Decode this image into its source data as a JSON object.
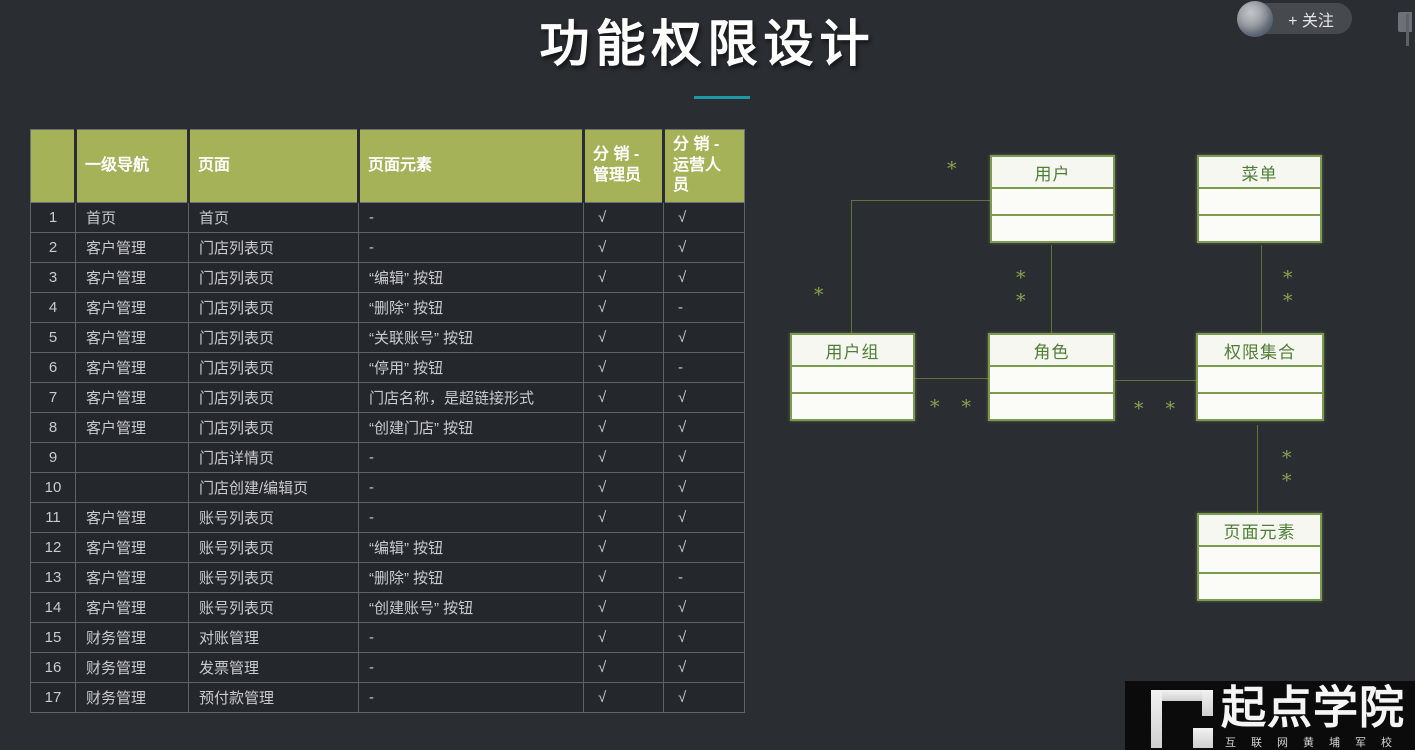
{
  "page": {
    "title": "功能权限设计"
  },
  "topbar": {
    "follow_label": "+ 关注"
  },
  "table": {
    "headers": [
      "",
      "一级导航",
      "页面",
      "页面元素",
      "分 销 -\n管理员",
      "分 销 -\n运营人\n员"
    ],
    "rows": [
      {
        "num": "1",
        "nav": "首页",
        "page": "首页",
        "element": "-",
        "admin": "√",
        "ops": "√"
      },
      {
        "num": "2",
        "nav": "客户管理",
        "page": "门店列表页",
        "element": "-",
        "admin": "√",
        "ops": "√"
      },
      {
        "num": "3",
        "nav": "客户管理",
        "page": "门店列表页",
        "element": "“编辑” 按钮",
        "admin": "√",
        "ops": "√"
      },
      {
        "num": "4",
        "nav": "客户管理",
        "page": "门店列表页",
        "element": "“删除” 按钮",
        "admin": "√",
        "ops": "-"
      },
      {
        "num": "5",
        "nav": "客户管理",
        "page": "门店列表页",
        "element": "“关联账号” 按钮",
        "admin": "√",
        "ops": "√"
      },
      {
        "num": "6",
        "nav": "客户管理",
        "page": "门店列表页",
        "element": "“停用” 按钮",
        "admin": "√",
        "ops": "-"
      },
      {
        "num": "7",
        "nav": "客户管理",
        "page": "门店列表页",
        "element": "门店名称，是超链接形式",
        "admin": "√",
        "ops": "√"
      },
      {
        "num": "8",
        "nav": "客户管理",
        "page": "门店列表页",
        "element": "“创建门店” 按钮",
        "admin": "√",
        "ops": "√"
      },
      {
        "num": "9",
        "nav": "",
        "page": "门店详情页",
        "element": "-",
        "admin": "√",
        "ops": "√"
      },
      {
        "num": "10",
        "nav": "",
        "page": "门店创建/编辑页",
        "element": "-",
        "admin": "√",
        "ops": "√"
      },
      {
        "num": "11",
        "nav": "客户管理",
        "page": "账号列表页",
        "element": "-",
        "admin": "√",
        "ops": "√"
      },
      {
        "num": "12",
        "nav": "客户管理",
        "page": "账号列表页",
        "element": "“编辑” 按钮",
        "admin": "√",
        "ops": "√"
      },
      {
        "num": "13",
        "nav": "客户管理",
        "page": "账号列表页",
        "element": "“删除” 按钮",
        "admin": "√",
        "ops": "-"
      },
      {
        "num": "14",
        "nav": "客户管理",
        "page": "账号列表页",
        "element": "“创建账号” 按钮",
        "admin": "√",
        "ops": "√"
      },
      {
        "num": "15",
        "nav": "财务管理",
        "page": "对账管理",
        "element": "-",
        "admin": "√",
        "ops": "√"
      },
      {
        "num": "16",
        "nav": "财务管理",
        "page": "发票管理",
        "element": "-",
        "admin": "√",
        "ops": "√"
      },
      {
        "num": "17",
        "nav": "财务管理",
        "page": "预付款管理",
        "element": "-",
        "admin": "√",
        "ops": "√"
      }
    ]
  },
  "diagram": {
    "star": "*",
    "star_pair": "* *",
    "boxes": [
      {
        "label": "用户"
      },
      {
        "label": "菜单"
      },
      {
        "label": "用户组"
      },
      {
        "label": "角色"
      },
      {
        "label": "权限集合"
      },
      {
        "label": "页面元素"
      }
    ]
  },
  "branding": {
    "logo_text": "起点学院",
    "logo_subtitle": "互联网黄埔军校"
  },
  "colors": {
    "background": "#2a2d32",
    "header_olive": "#a5b258",
    "accent_teal": "#1d98a5",
    "diagram_green": "#7d9b4e",
    "diagram_line": "#5f7537",
    "logo_black": "#0b0b0c"
  }
}
